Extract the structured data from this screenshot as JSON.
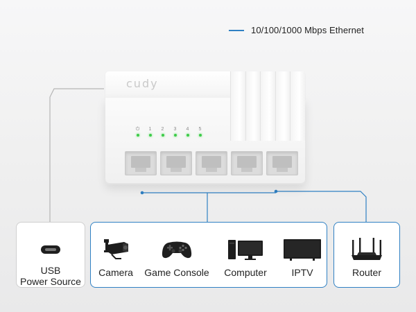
{
  "legend": {
    "text": "10/100/1000 Mbps Ethernet",
    "line_color": "#2f80c3"
  },
  "switch": {
    "logo": "cudy",
    "leds": [
      "⏻",
      "1",
      "2",
      "3",
      "4",
      "5"
    ],
    "led_color": "#3ecb4a",
    "port_count": 5
  },
  "power": {
    "label_line1": "USB",
    "label_line2": "Power Source",
    "icon": "usb-c-port-icon"
  },
  "devices": [
    {
      "label": "Camera",
      "icon": "security-camera-icon"
    },
    {
      "label": "Game Console",
      "icon": "gamepad-icon"
    },
    {
      "label": "Computer",
      "icon": "desktop-computer-icon"
    },
    {
      "label": "IPTV",
      "icon": "tv-icon"
    }
  ],
  "router": {
    "label": "Router",
    "icon": "router-icon"
  },
  "colors": {
    "accent": "#2f80c3",
    "usb_line": "#b5b5b5"
  }
}
